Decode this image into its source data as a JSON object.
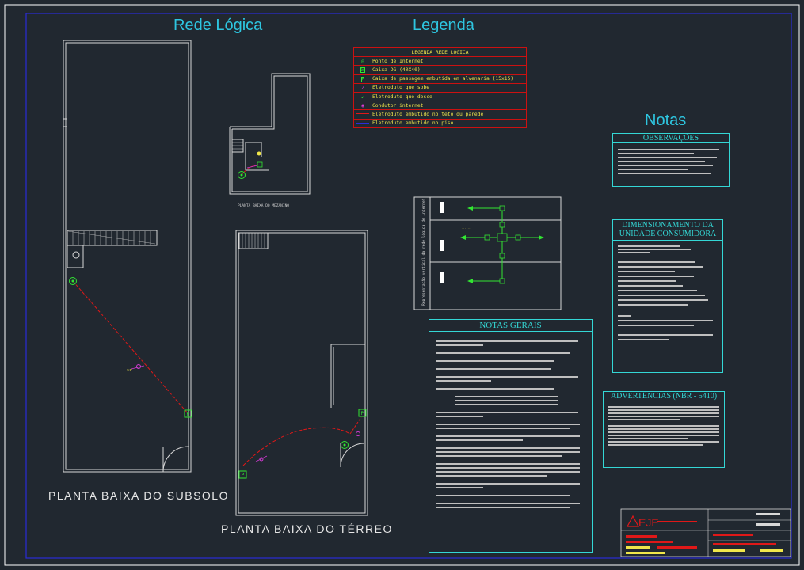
{
  "titles": {
    "rede": "Rede Lógica",
    "legenda": "Legenda",
    "notas": "Notas"
  },
  "legend": {
    "header": "LEGENDA REDE LÓGICA",
    "items": [
      {
        "symbol": "RJ45",
        "label": "Ponto de Internet"
      },
      {
        "symbol": "DG",
        "label": "Caixa DG (40X40)"
      },
      {
        "symbol": "P",
        "label": "Caixa de passagem embutida em alvenaria (15x15)"
      },
      {
        "symbol": "up",
        "label": "Eletroduto que sobe"
      },
      {
        "symbol": "down",
        "label": "Eletroduto que desce"
      },
      {
        "symbol": "cond",
        "label": "Condutor internet"
      },
      {
        "symbol": "wall",
        "label": "Eletroduto embutido no teto ou parede"
      },
      {
        "symbol": "floor",
        "label": "Eletroduto embutido no piso"
      }
    ]
  },
  "plans": {
    "subsolo": "PLANTA BAIXA DO SUBSOLO",
    "terreo": "PLANTA BAIXA DO TÉRREO",
    "mezanino": "PLANTA BAIXA DO MEZANINO"
  },
  "riser": {
    "side_label": "Representação vertical da rede lógica de internet"
  },
  "boxes": {
    "observacoes": {
      "title": "OBSERVAÇÕES"
    },
    "dimensionamento": {
      "title_1": "DIMENSIONAMENTO DA",
      "title_2": "UNIDADE CONSUMIDORA"
    },
    "notas_gerais": {
      "title": "NOTAS GERAIS"
    },
    "advertencias": {
      "title": "ADVERTÊNCIAS (NBR - 5410)"
    }
  },
  "titleblock": {
    "logo": "EJE"
  },
  "colors": {
    "cyan": "#34d7d5",
    "red": "#e01818",
    "green": "#32e632",
    "yellow": "#f0e64a",
    "blue": "#2b2bd8"
  }
}
